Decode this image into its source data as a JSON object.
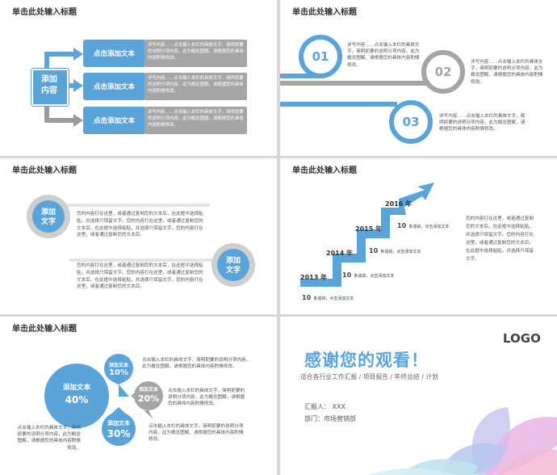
{
  "common": {
    "slide_title": "单击此处输入标题"
  },
  "s1": {
    "center": "添加\n内容",
    "btn": "点击添加文本",
    "desc": "详写内容……点击输入本栏的具体文字，简明扼要的说明分项内容，此为概念图解，请根据您的具体内容酌情修改。"
  },
  "s2": {
    "nums": [
      "01",
      "02",
      "03"
    ],
    "d1": "详写内容……点击输入本栏的具体文字，简明扼要的说明分项内容，此为概念图解，请根据您的具体内容酌情修改。",
    "d2": "详写内容……点击输入本栏的具体文字，简明扼要的说明分项内容，此为概念图解，请根据您的具体内容酌情修改。",
    "d3": "详写内容……点击输入本栏的具体文字，简明扼要的说明分项内容，此为概念图解，请根据您的具体内容酌情修改。"
  },
  "s3": {
    "c1": "添加\n文字",
    "c2": "添加\n文字",
    "p": "您的内容打在这里，或者通过复制您的文本后，在此框中选择粘贴，并选择只保留文字。您的内容打在这里，或者通过复制您的文本后，在此框中选择粘贴，并选择只保留文字。您的内容打在这里，或者通过复制您的文本后。"
  },
  "s4": {
    "years": [
      "2013 年",
      "2014 年",
      "2015 年",
      "2016 年"
    ],
    "num": "10",
    "item": "条成绩，点击添加文本",
    "p": "您的内容打在这里，或者通过复制您的文本后，在此框中选择粘贴，并选择只保留文字。您的内容打在这里，或者通过复制您的文本后，在此框中选择粘贴，并选择只保留文字。"
  },
  "s5": {
    "big_label": "添加文本",
    "big_pct": "40%",
    "t1_label": "添加文本",
    "t1_pct": "10%",
    "t2_label": "添加文本",
    "t2_pct": "20%",
    "t3_label": "添加文本",
    "t3_pct": "30%",
    "d": "点击输入本栏的具体文字，简明扼要的说明分项内容，此为概念图解，请根据您的具体内容酌情修改。"
  },
  "s6": {
    "logo": "LOGO",
    "thanks": "感谢您的观看！",
    "sub": "适合各行业工作汇报 / 项目报告 / 年终总结 / 计划",
    "reporter": "汇报人： XXX",
    "dept": "部门：市场营销部"
  },
  "colors": {
    "blue": "#5ba4d9",
    "gray": "#a5a5a5"
  }
}
